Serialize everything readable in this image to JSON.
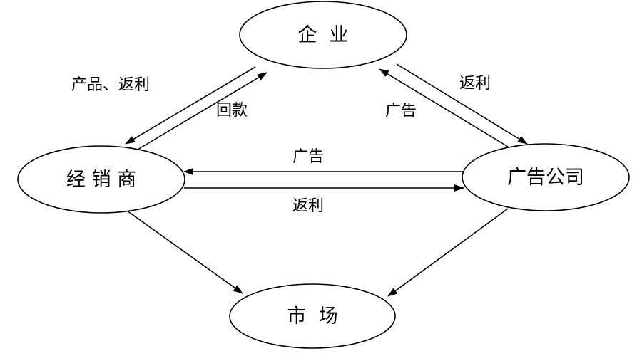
{
  "diagram": {
    "nodes": {
      "enterprise": {
        "label": "企  业"
      },
      "distributor": {
        "label": "经 销 商"
      },
      "ad_company": {
        "label": "广告公司"
      },
      "market": {
        "label": "市  场"
      }
    },
    "edges": {
      "enterprise_to_distributor": {
        "from": "enterprise",
        "to": "distributor",
        "label": "产品、返利"
      },
      "distributor_to_enterprise": {
        "from": "distributor",
        "to": "enterprise",
        "label": "回款"
      },
      "enterprise_to_ad": {
        "from": "enterprise",
        "to": "ad_company",
        "label": "返利"
      },
      "ad_to_enterprise": {
        "from": "ad_company",
        "to": "enterprise",
        "label": "广告"
      },
      "ad_to_distributor": {
        "from": "ad_company",
        "to": "distributor",
        "label": "广告"
      },
      "distributor_to_ad": {
        "from": "distributor",
        "to": "ad_company",
        "label": "返利"
      },
      "distributor_to_market": {
        "from": "distributor",
        "to": "market"
      },
      "ad_to_market": {
        "from": "ad_company",
        "to": "market"
      }
    }
  }
}
